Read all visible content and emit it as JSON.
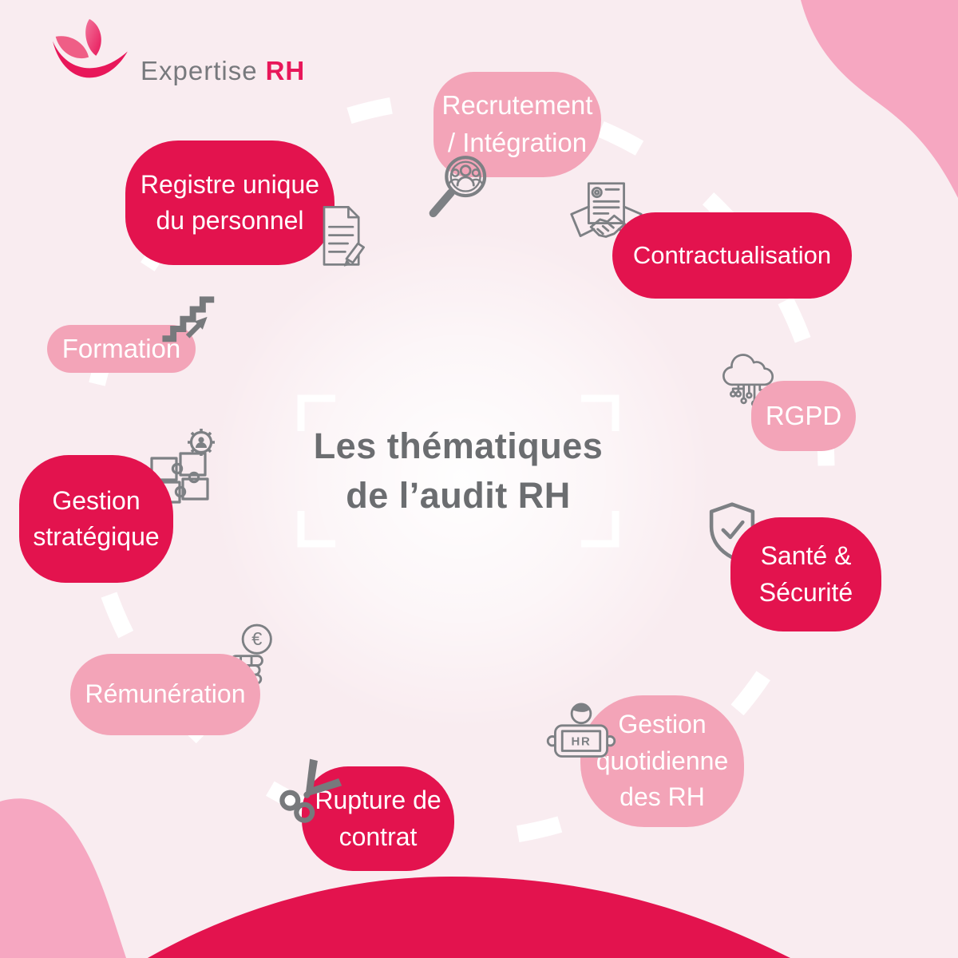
{
  "logo": {
    "brand": "Expertise",
    "suffix": "RH"
  },
  "title": {
    "line1": "Les thématiques",
    "line2": "de l’audit RH"
  },
  "colors": {
    "background": "#f9ecf0",
    "pill_pink": "#f3a4b8",
    "pill_crimson": "#e3134e",
    "corner_blob_pink": "#f6a7c1",
    "bottom_dome_crimson": "#e3134e",
    "title_gray": "#6b6d70",
    "icon_gray": "#7d8084",
    "dash_white": "#ffffff",
    "logo_accent": "#e8175a"
  },
  "icons": {
    "hr_label": "HR",
    "euro_symbol": "€"
  },
  "topics": [
    {
      "id": "recrutement-integration",
      "label": "Recrutement / Intégration",
      "lines": [
        "Recrutement",
        "/ Intégration"
      ],
      "variant": "pink",
      "icon": "magnifier-people-icon"
    },
    {
      "id": "contractualisation",
      "label": "Contractualisation",
      "lines": [
        "Contractualisation"
      ],
      "variant": "crimson",
      "icon": "handshake-contract-icon"
    },
    {
      "id": "rgpd",
      "label": "RGPD",
      "lines": [
        "RGPD"
      ],
      "variant": "pink",
      "icon": "cloud-network-icon"
    },
    {
      "id": "sante-securite",
      "label": "Santé & Sécurité",
      "lines": [
        "Santé &",
        "Sécurité"
      ],
      "variant": "crimson",
      "icon": "shield-check-icon"
    },
    {
      "id": "gestion-quotidienne",
      "label": "Gestion quotidienne des RH",
      "lines": [
        "Gestion",
        "quotidienne",
        "des RH"
      ],
      "variant": "pink",
      "icon": "hr-badge-person-icon"
    },
    {
      "id": "rupture-contrat",
      "label": "Rupture de contrat",
      "lines": [
        "Rupture de",
        "contrat"
      ],
      "variant": "crimson",
      "icon": "scissors-icon"
    },
    {
      "id": "remuneration",
      "label": "Rémunération",
      "lines": [
        "Rémunération"
      ],
      "variant": "pink",
      "icon": "euro-coins-icon"
    },
    {
      "id": "gestion-strategique",
      "label": "Gestion stratégique",
      "lines": [
        "Gestion",
        "stratégique"
      ],
      "variant": "crimson",
      "icon": "puzzle-gear-icon"
    },
    {
      "id": "formation",
      "label": "Formation",
      "lines": [
        "Formation"
      ],
      "variant": "pink",
      "icon": "stairs-up-icon"
    },
    {
      "id": "registre-unique",
      "label": "Registre unique du personnel",
      "lines": [
        "Registre unique",
        "du personnel"
      ],
      "variant": "crimson",
      "icon": "document-pencil-icon"
    }
  ]
}
